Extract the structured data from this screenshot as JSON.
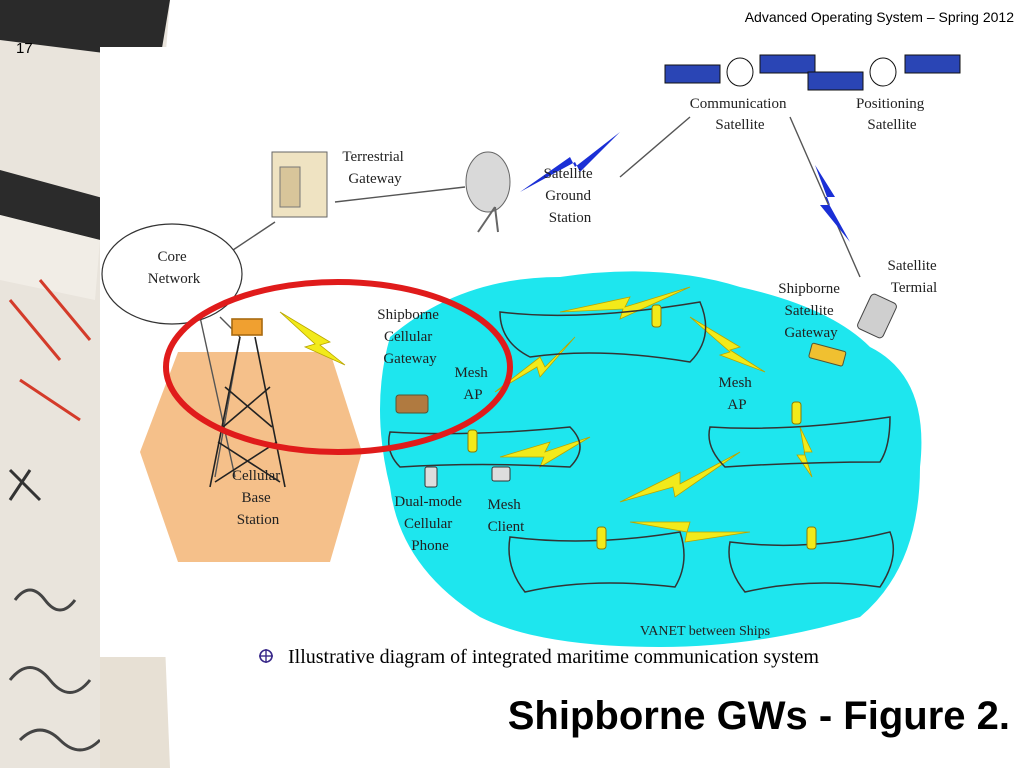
{
  "header": "Advanced Operating System – Spring 2012",
  "slide_number": "17",
  "title": "Shipborne GWs - Figure 2.",
  "bullet": "Illustrative diagram of integrated maritime communication system",
  "diagram": {
    "communication_satellite": [
      "Communication",
      "Satellite"
    ],
    "positioning_satellite": [
      "Positioning",
      "Satellite"
    ],
    "terrestrial_gateway": [
      "Terrestrial",
      "Gateway"
    ],
    "satellite_ground_station": [
      "Satellite",
      "Ground",
      "Station"
    ],
    "core_network": [
      "Core",
      "Network"
    ],
    "satellite_terminal": [
      "Satellite",
      "Termial"
    ],
    "shipborne_satellite_gateway": [
      "Shipborne",
      "Satellite",
      "Gateway"
    ],
    "shipborne_cellular_gateway": [
      "Shipborne",
      "Cellular",
      "Gateway"
    ],
    "mesh_ap_left": [
      "Mesh",
      "AP"
    ],
    "mesh_ap_right": [
      "Mesh",
      "AP"
    ],
    "cellular_base_station": [
      "Cellular",
      "Base",
      "Station"
    ],
    "dual_mode_phone": [
      "Dual-mode",
      "Cellular",
      "Phone"
    ],
    "mesh_client": [
      "Mesh",
      "Client"
    ],
    "vanet_label": "VANET between Ships"
  },
  "colors": {
    "vanet_region": "#1ee6ee",
    "cell_region": "#f5c08a",
    "highlight_circle": "#e01b1b",
    "lightning_yellow": "#f2ea1a",
    "lightning_blue": "#1a2fd6"
  }
}
